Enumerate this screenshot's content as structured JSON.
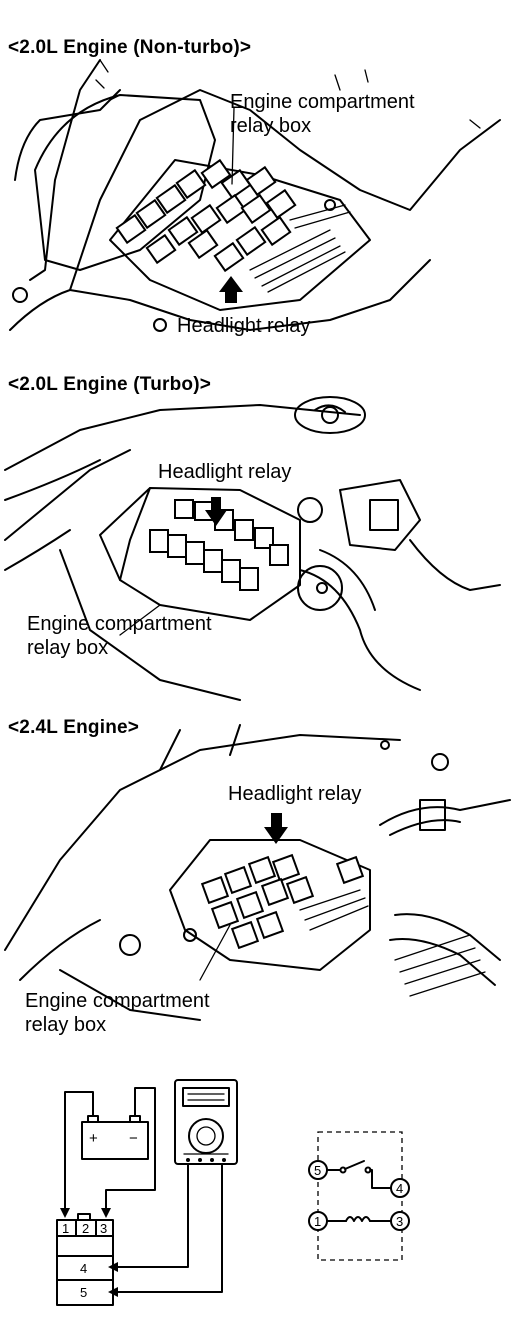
{
  "sections": [
    {
      "heading": "<2.0L  Engine  (Non-turbo)>",
      "relay_box_label": [
        "Engine compartment",
        "relay box"
      ],
      "headlight_label": "Headlight relay"
    },
    {
      "heading": "<2.0L  Engine  (Turbo)>",
      "relay_box_label": [
        "Engine compartment",
        "relay box"
      ],
      "headlight_label": "Headlight relay"
    },
    {
      "heading": "<2.4L  Engine>",
      "relay_box_label": [
        "Engine compartment",
        "relay box"
      ],
      "headlight_label": "Headlight relay"
    }
  ],
  "test_circuit": {
    "battery_plus": "+",
    "battery_minus": "−",
    "connector_pins": [
      "1",
      "2",
      "3",
      "4",
      "5"
    ],
    "schematic_terminals": [
      "5",
      "4",
      "1",
      "3"
    ]
  }
}
